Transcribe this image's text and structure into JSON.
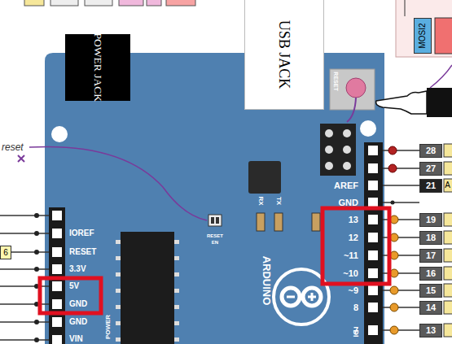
{
  "diagram": {
    "nodes": [
      {
        "text": [
          "USB JACK"
        ]
      },
      {
        "text": [
          "MOSI2"
        ]
      },
      {
        "text": [
          "POWER JACK"
        ]
      },
      {
        "text": [
          "28"
        ]
      },
      {
        "text": [
          "27"
        ]
      },
      {
        "text": [
          "21"
        ]
      },
      {
        "text": [
          "19"
        ]
      },
      {
        "text": [
          "6"
        ]
      },
      {
        "text": [
          "18"
        ]
      },
      {
        "text": [
          "17"
        ]
      },
      {
        "text": [
          "16"
        ]
      },
      {
        "text": [
          "15"
        ]
      },
      {
        "text": [
          "14"
        ]
      },
      {
        "text": [
          "13"
        ]
      }
    ],
    "labels": [
      "reset",
      "RESET",
      "RESET",
      "EN",
      "AREF",
      "GND",
      "13",
      "12",
      "~11",
      "~10",
      "~9",
      "8",
      "7",
      "RX",
      "TX",
      "ARDUINO",
      "IOREF",
      "RESET",
      "3.3V",
      "5V",
      "GND",
      "GND",
      "VIN",
      "POWER",
      "DI",
      "A"
    ]
  }
}
